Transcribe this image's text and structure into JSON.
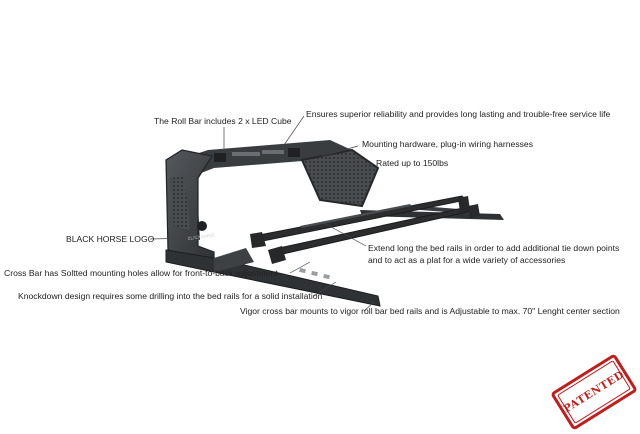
{
  "callouts": {
    "led_cube": "The Roll Bar includes 2 x LED Cube",
    "reliability": "Ensures superior reliability and provides long lasting and trouble-free service life",
    "hardware": "Mounting hardware, plug-in wiring harnesses",
    "rated": "Rated up to 150lbs",
    "logo": "BLACK HORSE LOGO",
    "extend_1": "Extend long the bed rails in order to add additional tie down points",
    "extend_2": "and to act as a plat for a wide variety of accessories",
    "cross_bar": "Cross Bar has Soltted mounting holes allow for front-to-back adjustment",
    "knockdown": "Knockdown design requires some drilling into the bed rails for a solid installation",
    "vigor": "Vigor cross bar mounts to vigor roll bar bed rails and is Adjustable to max. 70\" Lenght center section"
  },
  "stamp": {
    "text": "PATENTED",
    "color": "#c21d1d"
  },
  "colors": {
    "frame": "#3a3d40",
    "frame_dark": "#26282a",
    "frame_light": "#6a6e72",
    "leader": "#444444"
  }
}
